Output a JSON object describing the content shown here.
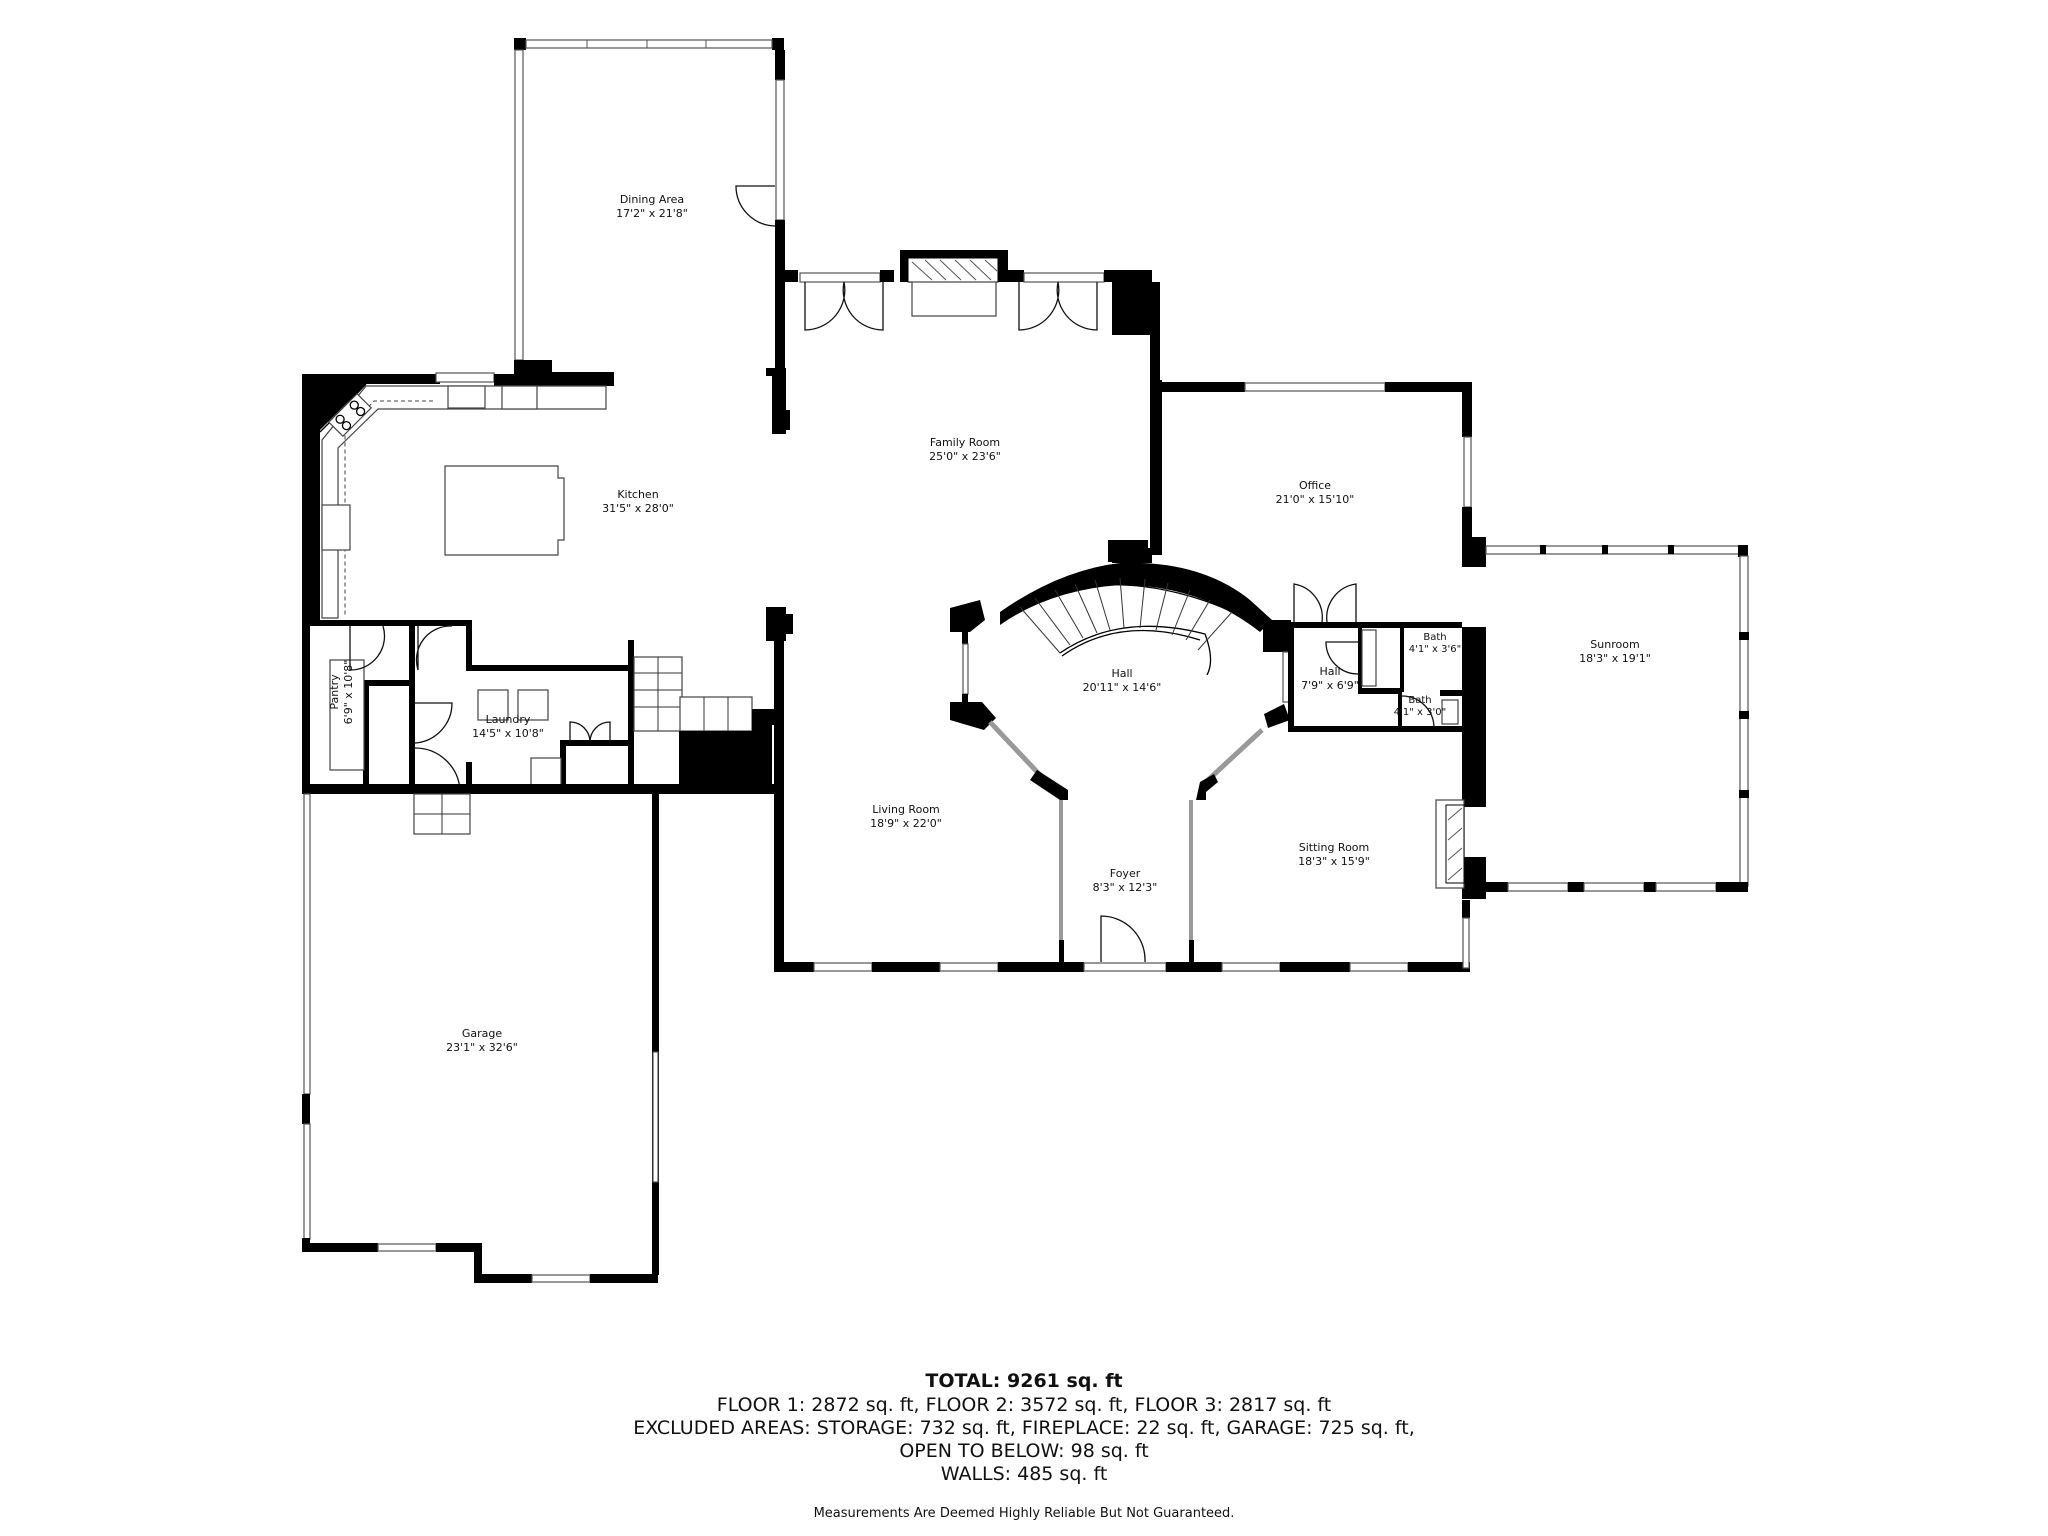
{
  "rooms": [
    {
      "id": "dining",
      "name": "Dining Area",
      "dims": "17'2\" x 21'8\""
    },
    {
      "id": "family",
      "name": "Family Room",
      "dims": "25'0\" x 23'6\""
    },
    {
      "id": "kitchen",
      "name": "Kitchen",
      "dims": "31'5\" x 28'0\""
    },
    {
      "id": "office",
      "name": "Office",
      "dims": "21'0\" x 15'10\""
    },
    {
      "id": "sunroom",
      "name": "Sunroom",
      "dims": "18'3\" x 19'1\""
    },
    {
      "id": "hall_main",
      "name": "Hall",
      "dims": "20'11\" x 14'6\""
    },
    {
      "id": "hall_small",
      "name": "Hall",
      "dims": "7'9\" x 6'9\""
    },
    {
      "id": "bath_upper",
      "name": "Bath",
      "dims": "4'1\" x 3'6\""
    },
    {
      "id": "bath_lower",
      "name": "Bath",
      "dims": "4'1\" x 3'0\""
    },
    {
      "id": "pantry",
      "name": "Pantry",
      "dims": "6'9\" x 10'8\""
    },
    {
      "id": "laundry",
      "name": "Laundry",
      "dims": "14'5\" x 10'8\""
    },
    {
      "id": "living",
      "name": "Living Room",
      "dims": "18'9\" x 22'0\""
    },
    {
      "id": "foyer",
      "name": "Foyer",
      "dims": "8'3\" x 12'3\""
    },
    {
      "id": "sitting",
      "name": "Sitting Room",
      "dims": "18'3\" x 15'9\""
    },
    {
      "id": "garage",
      "name": "Garage",
      "dims": "23'1\" x 32'6\""
    }
  ],
  "summary": {
    "total": "TOTAL: 9261 sq. ft",
    "floors": "FLOOR 1: 2872 sq. ft, FLOOR 2: 3572 sq. ft, FLOOR 3: 2817 sq. ft",
    "excluded": "EXCLUDED AREAS: STORAGE: 732 sq. ft, FIREPLACE: 22 sq. ft, GARAGE: 725 sq. ft,",
    "open_to_below": "OPEN TO BELOW: 98 sq. ft",
    "walls": "WALLS: 485 sq. ft",
    "disclaimer": "Measurements Are Deemed Highly Reliable But Not Guaranteed."
  },
  "colors": {
    "wall": "#000000",
    "background": "#ffffff",
    "line": "#444444"
  }
}
